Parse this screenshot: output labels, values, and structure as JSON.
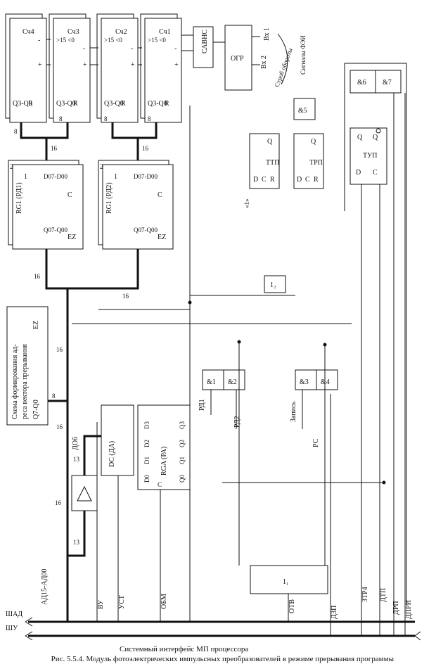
{
  "caption": "Рис. 5.5.4. Модуль фотоэлектрических импульсных преобразователей в режиме прерывания программы",
  "interface": {
    "label": "Системный интерфейс МП процессора",
    "buses": [
      "ШАД",
      "ШУ"
    ]
  },
  "counters": [
    {
      "name": "Сч4",
      "outs": "Q3-Q0",
      "r": "R",
      "cmp": ""
    },
    {
      "name": "Сч3",
      "outs": "Q3-Q0",
      "r": "R",
      "cmp": ">15 <0"
    },
    {
      "name": "Сч2",
      "outs": "Q3-Q0",
      "r": "R",
      "cmp": ">15 <0"
    },
    {
      "name": "Сч1",
      "outs": "Q3-Q0",
      "r": "R",
      "cmp": ">15 <0"
    }
  ],
  "counter_pins": {
    "plus": "+",
    "minus": "-"
  },
  "savns": "САВНС",
  "ogr": {
    "name": "ОГР",
    "in1": "Вх 1",
    "in2": "Вх 2",
    "strobe": "Строб обороты",
    "signals": "Сигналы ФЭИ"
  },
  "registers": [
    {
      "tag": "2",
      "sub": "1",
      "name": "RG1 (РД1)",
      "d": "D07-D00",
      "q": "Q07-Q00",
      "c": "C",
      "ez": "EZ"
    },
    {
      "tag": "2",
      "sub": "1",
      "name": "RG1 (РД2)",
      "d": "D07-D00",
      "q": "Q07-Q00",
      "c": "C",
      "ez": "EZ"
    }
  ],
  "triggers": [
    {
      "name": "ТТП",
      "pins": [
        "D",
        "C",
        "R"
      ],
      "q": "Q"
    },
    {
      "name": "ТРП",
      "pins": [
        "D",
        "C",
        "R"
      ],
      "q": "Q"
    },
    {
      "name": "ТУП",
      "pins": [
        "D",
        "C"
      ],
      "q": "Q",
      "qn": "Q"
    }
  ],
  "one_label": "«1»",
  "gates": {
    "and1": "&1",
    "and2": "&2",
    "and3": "&3",
    "and4": "&4",
    "and5": "&5",
    "and6": "&6",
    "and7": "&7"
  },
  "or_gates": {
    "or1": "1₁",
    "or2": "1₂"
  },
  "vector_block": {
    "line1": "Схема формирования ад-",
    "line2": "реса вектора прерывания",
    "q": "Q7-Q0",
    "ez": "EZ"
  },
  "decoder": {
    "name": "DC (ДА)"
  },
  "rga": {
    "name": "RGA (РА)",
    "d": [
      "D0",
      "D1",
      "D2",
      "D3"
    ],
    "q": [
      "Q0",
      "Q1",
      "Q2",
      "Q3"
    ],
    "c": "C"
  },
  "buffer_symbol": "▷",
  "bus_widths": {
    "w8": "8",
    "w16": "16",
    "w13": "13"
  },
  "signals": {
    "ad": "АД15-АД00",
    "vu": "ВУ",
    "ust": "УСТ",
    "obm": "ОБМ",
    "otv": "ОТВ",
    "dzp": "ДЗП",
    "ztr4": "ЗТР4",
    "dtp": "ДТП",
    "drp": "ДРП",
    "dpri": "ДПРИ",
    "dob": "ДОб",
    "rd1": "РД1",
    "rd2": "РД2",
    "zapis": "Запись",
    "rs": "РС"
  }
}
